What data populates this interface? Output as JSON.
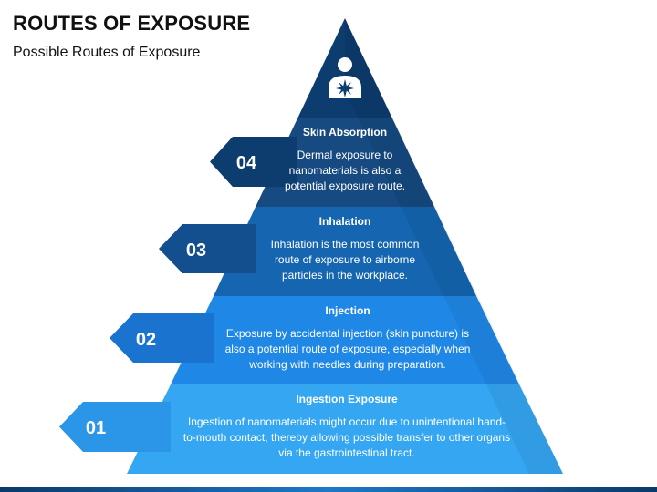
{
  "header": {
    "title": "ROUTES OF EXPOSURE",
    "subtitle": "Possible Routes of Exposure"
  },
  "apex_icon": "person-with-hazard-icon",
  "colors": {
    "apex": "#0d3c6e",
    "tier4": "#164a80",
    "tier3": "#1565b0",
    "tier2": "#1f87e6",
    "tier1": "#35a6f2"
  },
  "tiers": [
    {
      "number": "04",
      "title": "Skin Absorption",
      "body": "Dermal exposure to nanomaterials is also a potential exposure route."
    },
    {
      "number": "03",
      "title": "Inhalation",
      "body": "Inhalation is the most common route of exposure to airborne particles in the workplace."
    },
    {
      "number": "02",
      "title": "Injection",
      "body": "Exposure by accidental injection (skin puncture) is also a potential route of exposure, especially when working with needles during preparation."
    },
    {
      "number": "01",
      "title": "Ingestion Exposure",
      "body": "Ingestion of nanomaterials might occur due to unintentional hand-to-mouth contact, thereby allowing possible transfer to other organs via the gastrointestinal tract."
    }
  ]
}
